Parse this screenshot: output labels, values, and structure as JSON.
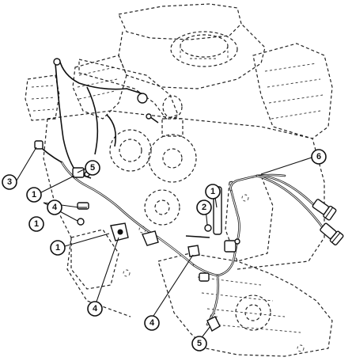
{
  "figure": {
    "callouts": [
      {
        "id": "c3",
        "text": "3"
      },
      {
        "id": "c1a",
        "text": "1"
      },
      {
        "id": "c5a",
        "text": "5"
      },
      {
        "id": "c4a",
        "text": "4"
      },
      {
        "id": "c1b",
        "text": "1"
      },
      {
        "id": "c1c",
        "text": "1"
      },
      {
        "id": "c4b",
        "text": "4"
      },
      {
        "id": "c6",
        "text": "6"
      },
      {
        "id": "c1d",
        "text": "1"
      },
      {
        "id": "c2",
        "text": "2"
      },
      {
        "id": "c4c",
        "text": "4"
      },
      {
        "id": "c5b",
        "text": "5"
      }
    ]
  }
}
